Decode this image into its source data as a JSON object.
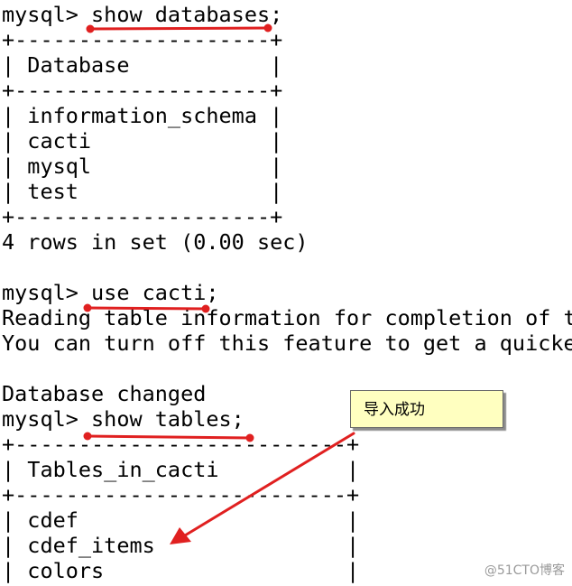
{
  "terminal": {
    "lines": [
      "mysql> show databases;",
      "+--------------------+",
      "| Database           |",
      "+--------------------+",
      "| information_schema |",
      "| cacti              |",
      "| mysql              |",
      "| test               |",
      "+--------------------+",
      "4 rows in set (0.00 sec)",
      "",
      "mysql> use cacti;",
      "Reading table information for completion of ta",
      "You can turn off this feature to get a quicke",
      "",
      "Database changed",
      "mysql> show tables;",
      "+--------------------------+",
      "| Tables_in_cacti          |",
      "+--------------------------+",
      "| cdef                     |",
      "| cdef_items               |",
      "| colors                   |"
    ]
  },
  "annotation": {
    "callout_text": "导入成功",
    "underline_color": "#e02020",
    "arrow_color": "#e02020"
  },
  "watermark": {
    "text": "@51CTO博客"
  }
}
